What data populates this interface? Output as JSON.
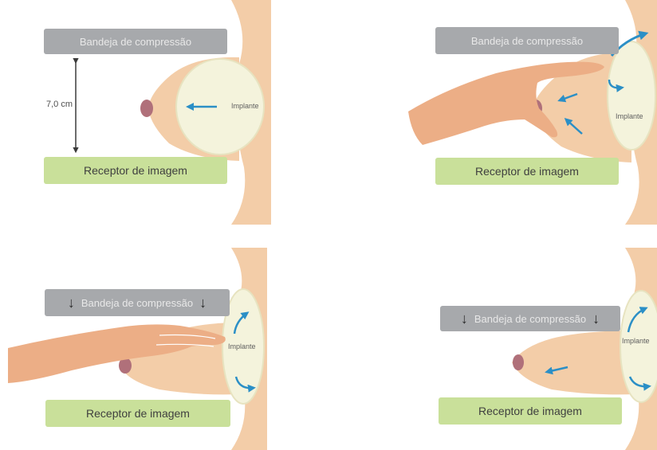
{
  "colors": {
    "skin": "#f3cda8",
    "skin_edge": "#ecc09a",
    "nipple": "#b0707a",
    "implant": "#f4f3dc",
    "tray": "#a7a9ac",
    "receptor": "#c9e09a",
    "arrow": "#2b8fc6"
  },
  "panels": [
    {
      "compression_tray": "Bandeja de compressão",
      "image_receptor": "Receptor de imagem",
      "implant_label": "Implante",
      "dimension": "7,0 cm"
    },
    {
      "compression_tray": "Bandeja de compressão",
      "image_receptor": "Receptor de imagem",
      "implant_label": "Implante"
    },
    {
      "compression_tray": "Bandeja de compressão",
      "image_receptor": "Receptor de imagem",
      "implant_label": "Implante"
    },
    {
      "compression_tray": "Bandeja de compressão",
      "image_receptor": "Receptor de imagem",
      "implant_label": "Implante"
    }
  ]
}
